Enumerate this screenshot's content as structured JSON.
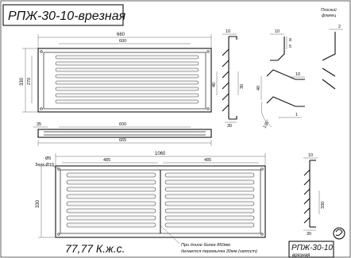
{
  "title": "РПЖ-30-10-врезная",
  "top_view": {
    "width_outer": "660",
    "width_inner": "600",
    "height_outer": "330",
    "height_inner": "270"
  },
  "section_top_view": {
    "dim_left": "35",
    "width_inner": "600",
    "width_outer": "665"
  },
  "profile_top": {
    "dim_top": "10",
    "dim_right": "30",
    "dim_small_a": "8",
    "dim_small_b": "5",
    "dim_left": "40",
    "dim_bottom": "30"
  },
  "flange_detail": {
    "label_line1": "Плоский",
    "label_line2": "фланец",
    "dim": "2"
  },
  "louver_detail": {
    "dim_top": "10",
    "dim_left": "40",
    "dim_angle": "135°",
    "dim_right": "1"
  },
  "bottom_view": {
    "width_total": "1060",
    "dim_left_half": "485",
    "dim_right_half": "485",
    "hole_label": "Ø5",
    "hole_label2": "Зенк.Ø10",
    "height": "330"
  },
  "profile_bottom": {
    "dim_top": "10",
    "dim_right": "330",
    "dim_bottom": "30"
  },
  "note_line1": "При длине более 850мм",
  "note_line2": "делается перемычка 30мм (импост)",
  "price": "77,77  К.ж.с.",
  "stamp_code": "РПЖ-30-10",
  "stamp_sub": "врезная"
}
